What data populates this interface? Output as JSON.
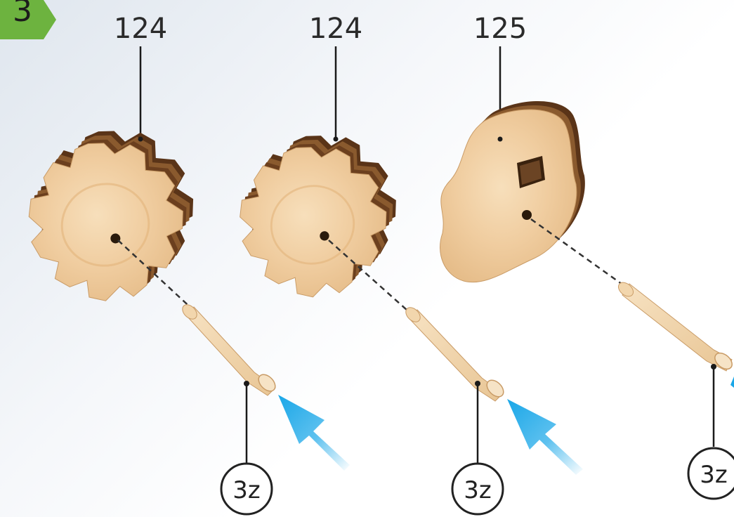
{
  "step": {
    "number": "3",
    "badge_color": "#6db33f"
  },
  "parts": [
    {
      "part_number": "124",
      "pin_label": "3z"
    },
    {
      "part_number": "124",
      "pin_label": "3z"
    },
    {
      "part_number": "125",
      "pin_label": "3z"
    }
  ],
  "colors": {
    "wood_face": "#f2d2a6",
    "wood_edge_dark": "#5a3418",
    "wood_edge_mid": "#8a5a2e",
    "pin": "#f0d3a8",
    "arrow": "#1aa7e8",
    "leader": "#1a1a1a"
  },
  "icons": [
    "gear-part-icon",
    "cam-part-icon",
    "wooden-pin-icon",
    "insert-arrow-icon"
  ]
}
